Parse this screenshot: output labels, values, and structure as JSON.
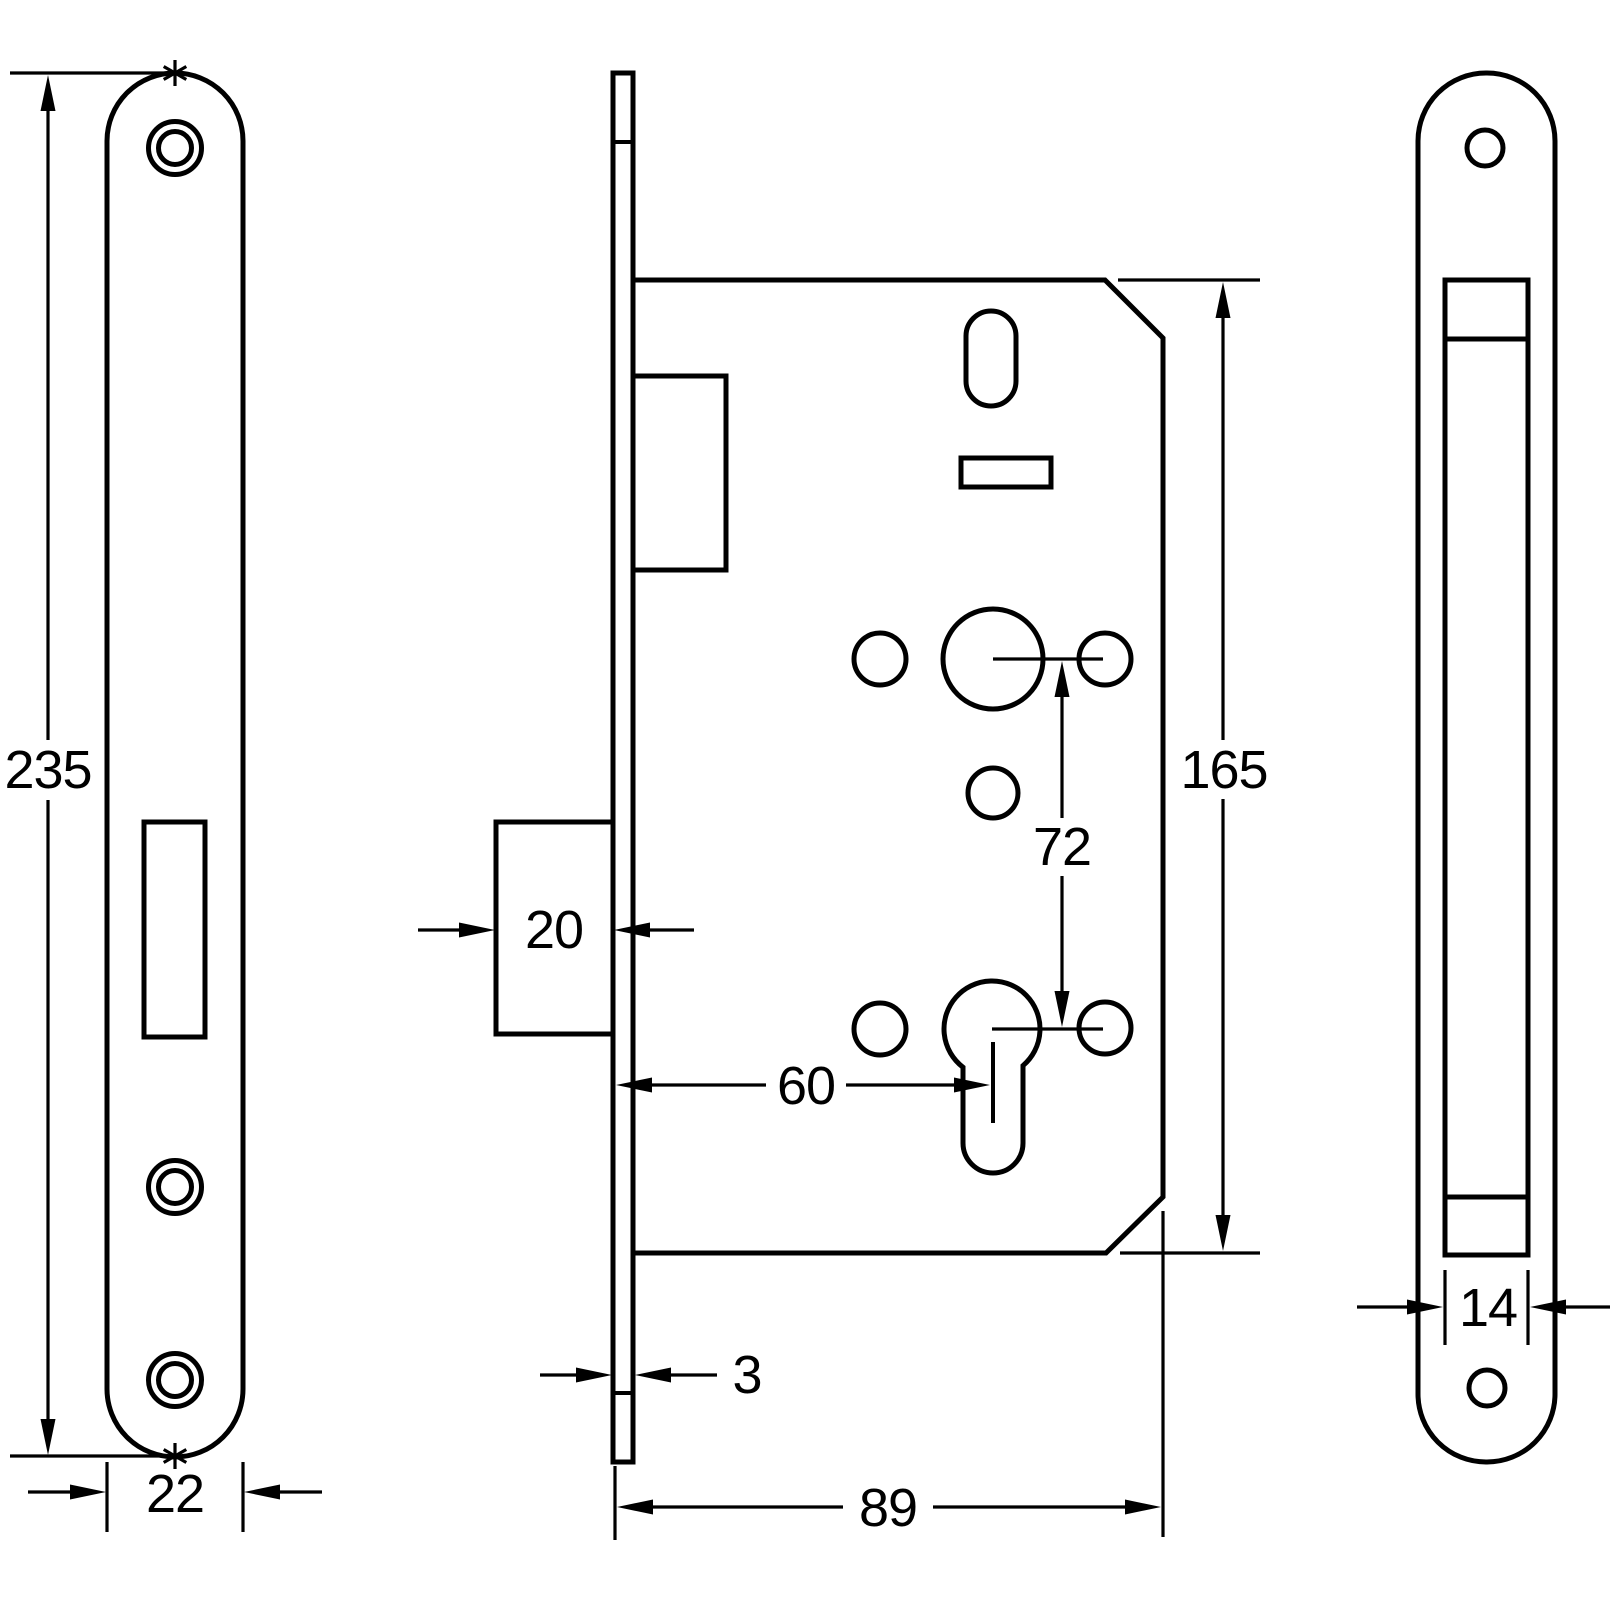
{
  "drawing": {
    "background_color": "#ffffff",
    "line_color": "#000000",
    "dimensions": {
      "faceplate_length": "235",
      "faceplate_width": "22",
      "bolt_projection": "20",
      "faceplate_thickness": "3",
      "backset": "60",
      "centres_follower_to_cylinder": "72",
      "case_height": "165",
      "case_depth": "89",
      "case_width": "14"
    }
  }
}
